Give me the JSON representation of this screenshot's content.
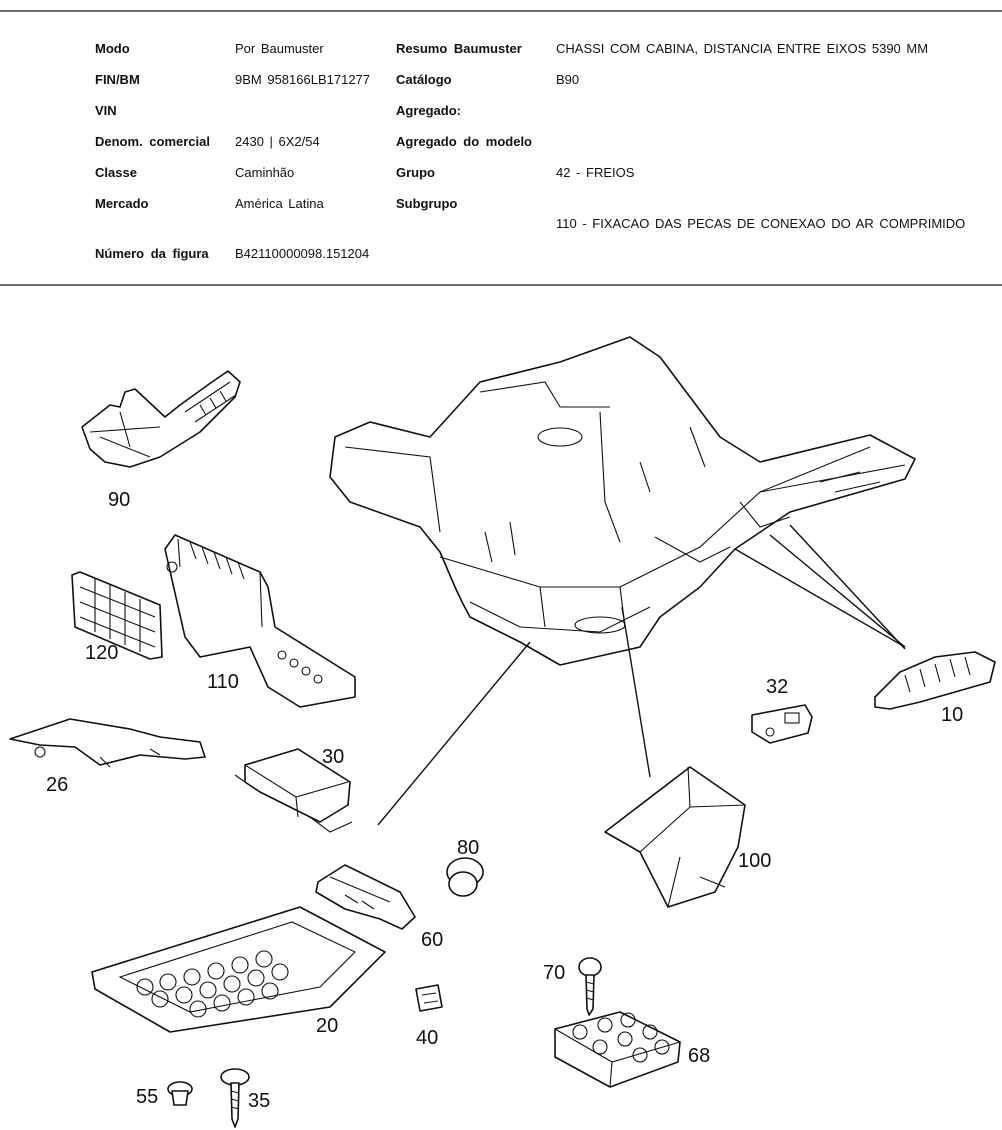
{
  "header": {
    "rows_left": [
      {
        "label": "Modo",
        "value": "Por Baumuster"
      },
      {
        "label": "FIN/BM",
        "value": "9BM 958166LB171277"
      },
      {
        "label": "VIN",
        "value": ""
      },
      {
        "label": "Denom. comercial",
        "value": "2430 | 6X2/54"
      },
      {
        "label": "Classe",
        "value": "Caminhão"
      },
      {
        "label": "Mercado",
        "value": "América Latina"
      },
      {
        "label": "Número da figura",
        "value": "B42110000098.151204"
      }
    ],
    "rows_right": [
      {
        "label": "Resumo Baumuster",
        "value": "CHASSI COM CABINA, DISTANCIA ENTRE EIXOS 5390 MM"
      },
      {
        "label": "Catálogo",
        "value": "B90"
      },
      {
        "label": "Agregado:",
        "value": ""
      },
      {
        "label": "Agregado do modelo",
        "value": ""
      },
      {
        "label": "Grupo",
        "value": "42 - FREIOS"
      },
      {
        "label": "Subgrupo",
        "value": "110 - FIXACAO DAS PECAS DE CONEXAO DO AR COMPRIMIDO"
      }
    ]
  },
  "figure": {
    "part_numbers": [
      "90",
      "120",
      "110",
      "26",
      "30",
      "32",
      "10",
      "80",
      "100",
      "60",
      "20",
      "40",
      "70",
      "68",
      "55",
      "35"
    ]
  }
}
